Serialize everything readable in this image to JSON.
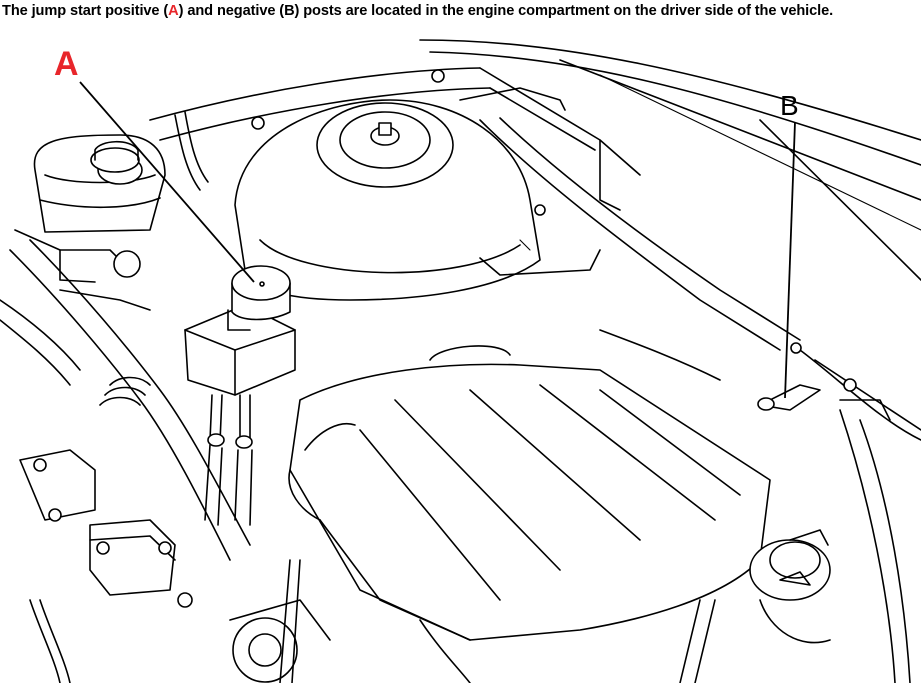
{
  "caption": {
    "before": "The jump start positive (",
    "a": "A",
    "middle": ") and negative (B) posts are located in the engine compartment on the driver side of the vehicle."
  },
  "callouts": {
    "positive_label": "A",
    "negative_label": "B"
  },
  "colors": {
    "accent": "#e8262b",
    "line": "#000000",
    "background": "#ffffff"
  }
}
